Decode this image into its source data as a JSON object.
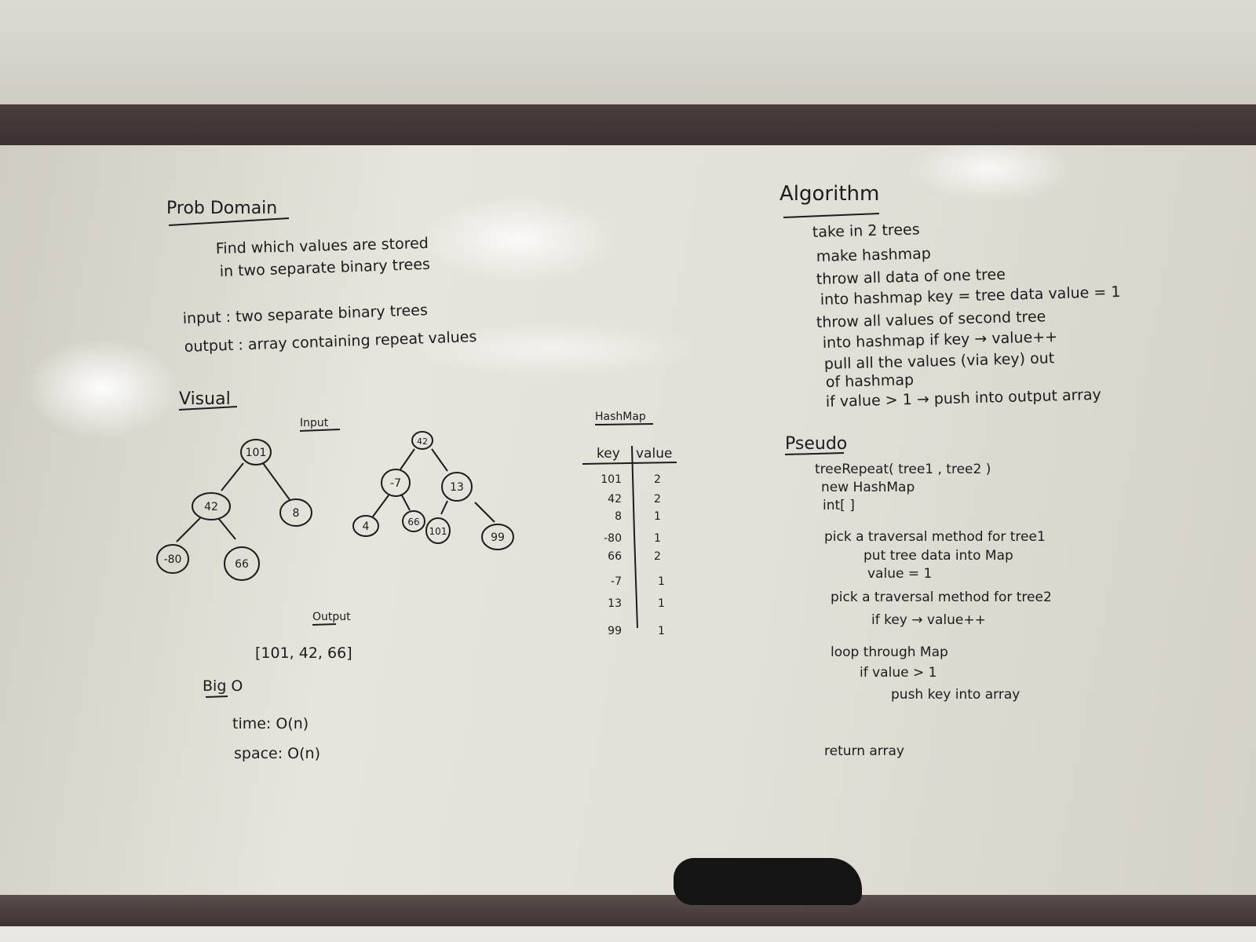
{
  "left": {
    "heading": "Prob Domain",
    "desc_line1": "Find which values are stored",
    "desc_line2": "in two separate binary trees",
    "input_line": "input : two separate binary trees",
    "output_line": "output : array containing repeat values",
    "visual_label": "Visual",
    "input_label": "Input",
    "tree1": [
      "101",
      "42",
      "8",
      "-80",
      "66"
    ],
    "tree2": [
      "42",
      "-7",
      "13",
      "4",
      "66",
      "101",
      "99"
    ],
    "output_label": "Output",
    "output_value": "[101, 42, 66]",
    "bigo_label": "Big O",
    "time": "time: O(n)",
    "space": "space: O(n)"
  },
  "hashmap": {
    "title": "HashMap",
    "key_header": "key",
    "value_header": "value",
    "rows": [
      {
        "key": "101",
        "value": "2"
      },
      {
        "key": "42",
        "value": "2"
      },
      {
        "key": "8",
        "value": "1"
      },
      {
        "key": "-80",
        "value": "1"
      },
      {
        "key": "66",
        "value": "2"
      },
      {
        "key": "-7",
        "value": "1"
      },
      {
        "key": "13",
        "value": "1"
      },
      {
        "key": "99",
        "value": "1"
      }
    ]
  },
  "algorithm": {
    "heading": "Algorithm",
    "lines": [
      "take in 2 trees",
      "make hashmap",
      "throw all data of one tree",
      "into hashmap key = tree data value = 1",
      "throw all values of second tree",
      "into hashmap if key → value++",
      "pull all the values (via key) out",
      "of hashmap",
      "if value > 1 → push into output array"
    ]
  },
  "pseudo": {
    "heading": "Pseudo",
    "lines": [
      "treeRepeat( tree1 , tree2 )",
      "new HashMap",
      "int[ ]",
      "pick a traversal method for tree1",
      "put tree data into Map",
      "value = 1",
      "pick a traversal method for tree2",
      "if key → value++",
      "loop through Map",
      "if value > 1",
      "push key into array",
      "return array"
    ]
  }
}
